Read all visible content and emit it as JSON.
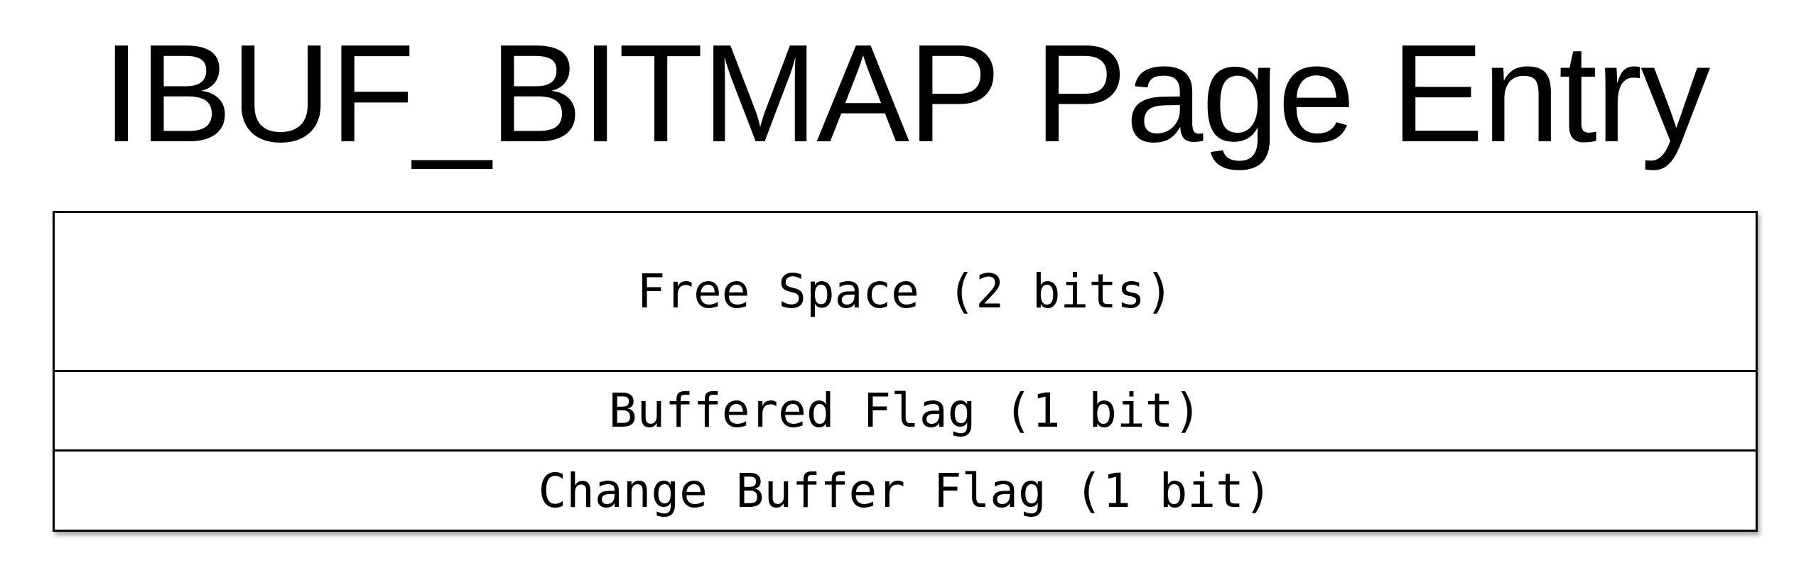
{
  "title": "IBUF_BITMAP Page Entry",
  "fields": [
    {
      "label": "Free Space (2 bits)"
    },
    {
      "label": "Buffered Flag (1 bit)"
    },
    {
      "label": "Change Buffer Flag (1 bit)"
    }
  ],
  "colors": {
    "background": "#ffffff",
    "border": "#000000",
    "text": "#000000"
  }
}
